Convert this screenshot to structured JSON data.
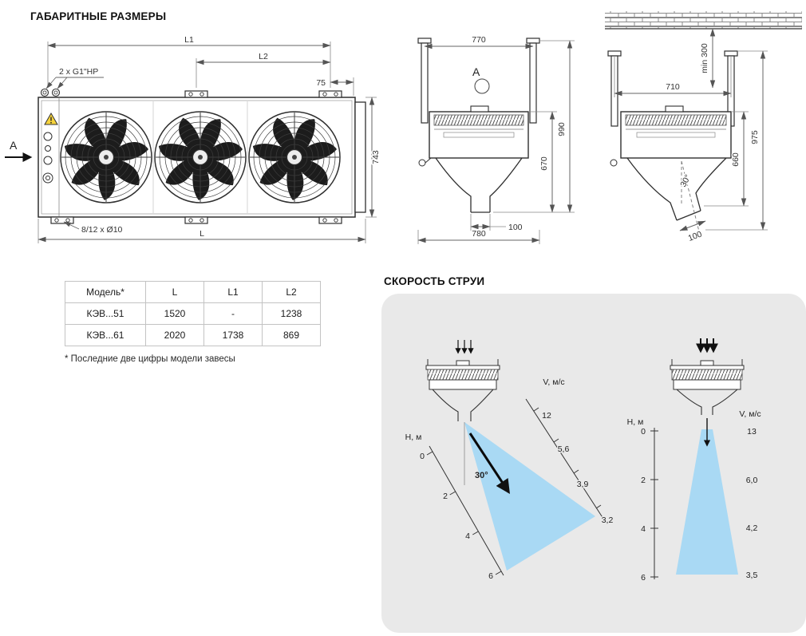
{
  "headings": {
    "dimensions": "ГАБАРИТНЫЕ РАЗМЕРЫ",
    "jet": "СКОРОСТЬ СТРУИ"
  },
  "front_view": {
    "thread_label": "2 x G1\"НР",
    "holes_label": "8/12 x Ø10",
    "view_arrow": "A",
    "dims": {
      "l1": "L1",
      "l2": "L2",
      "d75": "75",
      "d743": "743",
      "l": "L"
    }
  },
  "section_view": {
    "view_mark": "A",
    "dims": {
      "width": "770",
      "height_overall": "990",
      "height_outlet": "670",
      "outlet": "100",
      "width_overall": "780"
    }
  },
  "wall_view": {
    "dims": {
      "wall_gap": "min 300",
      "bracket_span": "710",
      "height_overall": "975",
      "height_outlet": "660",
      "outlet": "100",
      "angle": "30°"
    }
  },
  "table": {
    "headers": [
      "Модель*",
      "L",
      "L1",
      "L2"
    ],
    "rows": [
      [
        "КЭВ...51",
        "1520",
        "-",
        "1238"
      ],
      [
        "КЭВ...61",
        "2020",
        "1738",
        "869"
      ]
    ],
    "footnote": "* Последние две цифры модели завесы"
  },
  "jet": {
    "left": {
      "h_label": "Н, м",
      "v_label": "V, м/с",
      "h_ticks": [
        "0",
        "2",
        "4",
        "6"
      ],
      "v_values": [
        "12",
        "5,6",
        "3,9",
        "3,2"
      ],
      "angle": "30°"
    },
    "right": {
      "h_label": "Н, м",
      "v_label": "V, м/с",
      "h_ticks": [
        "0",
        "2",
        "4",
        "6"
      ],
      "v_values": [
        "13",
        "6,0",
        "4,2",
        "3,5"
      ]
    }
  },
  "colors": {
    "jet_blue": "#a9d9f4",
    "panel_gray": "#e9e9e9"
  }
}
